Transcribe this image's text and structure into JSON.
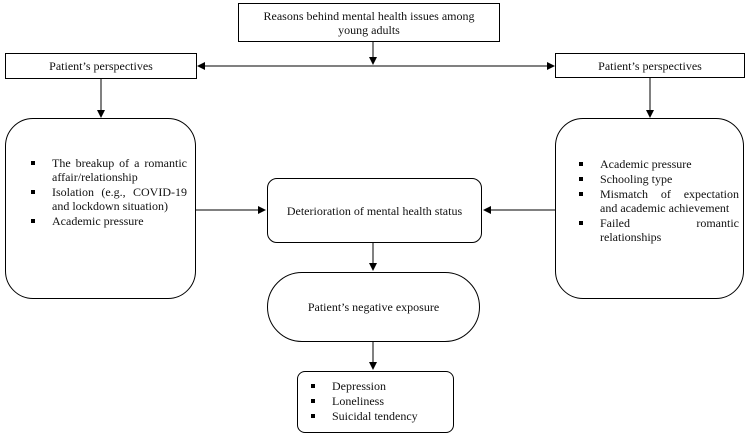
{
  "top_box": {
    "label": "Reasons behind mental health issues among young adults"
  },
  "left_header": {
    "label": "Patient’s perspectives"
  },
  "right_header": {
    "label": "Patient’s perspectives"
  },
  "left_list": {
    "items": [
      "The breakup of a romantic affair/relationship",
      "Isolation (e.g., COVID-19 and lockdown situation)",
      "Academic pressure"
    ]
  },
  "right_list": {
    "items": [
      "Academic pressure",
      "Schooling type",
      "Mismatch of expectation and academic achievement",
      "Failed romantic relationships"
    ]
  },
  "center_box": {
    "label": "Deterioration of mental health status"
  },
  "exposure_box": {
    "label": "Patient’s negative exposure"
  },
  "outcome_list": {
    "items": [
      "Depression",
      "Loneliness",
      "Suicidal tendency"
    ]
  }
}
